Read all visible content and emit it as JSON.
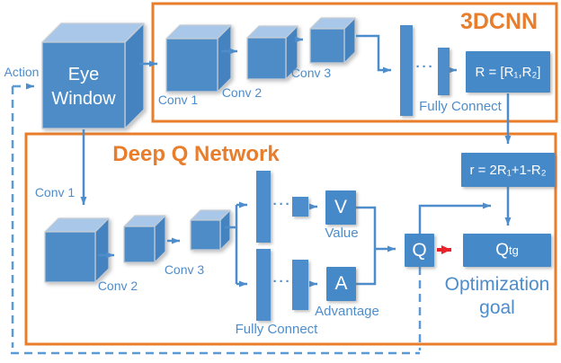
{
  "figure": {
    "cnn3d": {
      "title": "3DCNN",
      "conv1": "Conv 1",
      "conv2": "Conv 2",
      "conv3": "Conv 3",
      "dots": "···",
      "fully_connect": "Fully Connect",
      "r_box": "R = [R₁,R₂]"
    },
    "dqn": {
      "title": "Deep Q Network",
      "conv1": "Conv 1",
      "conv2": "Conv 2",
      "conv3": "Conv 3",
      "dots_top": "···",
      "dots_bottom": "···",
      "fully_connect": "Fully Connect",
      "v": "V",
      "value": "Value",
      "a": "A",
      "advantage": "Advantage",
      "q": "Q",
      "q_target_base": "Q",
      "q_target_sub": "tg",
      "optimization_line1": "Optimization",
      "optimization_line2": "goal"
    },
    "eye_window_line1": "Eye",
    "eye_window_line2": "Window",
    "action": "Action",
    "reward_box": "r = 2R₁+1-R₂",
    "colors": {
      "accent_blue": "#4E8DCB",
      "box_blue": "#4689C9",
      "cube_front_blue": "#4E8CC8",
      "cube_top_blue": "#A9C7E8",
      "cube_side_blue": "#4583C0",
      "frame_orange": "#E87D2B",
      "red_arrow": "#E8232B"
    }
  }
}
